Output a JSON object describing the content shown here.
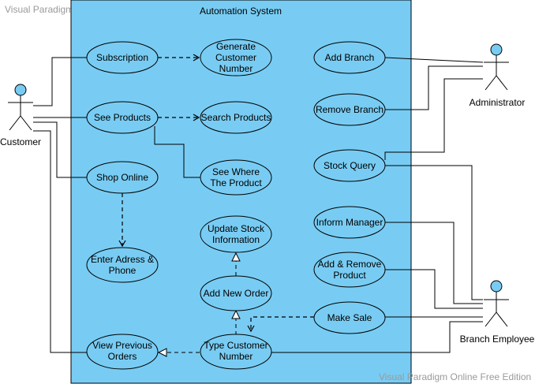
{
  "watermark": {
    "top": "Visual Paradigm Online Free Edition",
    "bottom": "Visual Paradigm Online Free Edition"
  },
  "system": {
    "title": "Automation System"
  },
  "colors": {
    "system_fill": "#78CCF3",
    "usecase_fill": "#78CCF3",
    "actor_head": "#78CCF3",
    "line": "#000000"
  },
  "actors": {
    "customer": "Customer",
    "administrator": "Administrator",
    "branch_employee": "Branch Employee"
  },
  "usecases": {
    "subscription": "Subscription",
    "generate_customer_number": [
      "Generate",
      "Customer",
      "Number"
    ],
    "see_products": "See Products",
    "search_products": "Search Products",
    "see_where_the_product": [
      "See Where",
      "The Product"
    ],
    "shop_online": "Shop Online",
    "enter_adress_phone": [
      "Enter Adress &",
      "Phone"
    ],
    "update_stock_information": [
      "Update Stock",
      "Information"
    ],
    "add_new_order": "Add New Order",
    "type_customer_number": [
      "Type Customer",
      "Number"
    ],
    "view_previous_orders": [
      "View Previous",
      "Orders"
    ],
    "add_branch": "Add Branch",
    "remove_branch": "Remove Branch",
    "stock_query": "Stock Query",
    "inform_manager": "Inform Manager",
    "add_remove_product": [
      "Add & Remove",
      "Product"
    ],
    "make_sale": "Make Sale"
  }
}
